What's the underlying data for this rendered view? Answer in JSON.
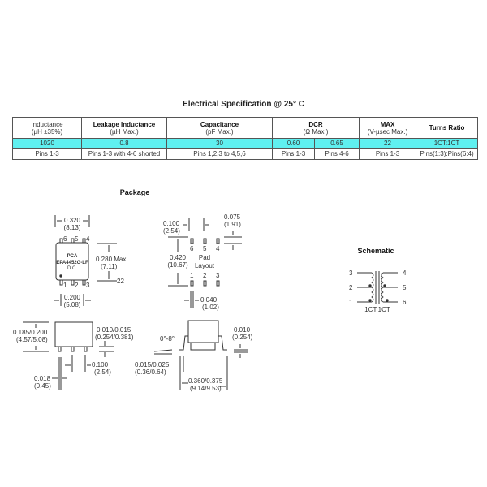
{
  "title": "Electrical Specification @ 25° C",
  "table": {
    "headers": [
      {
        "main": "Inductance",
        "sub": "(µH ±35%)"
      },
      {
        "main": "Leakage Inductance",
        "sub": "(µH Max.)"
      },
      {
        "main": "Capacitance",
        "sub": "(pF Max.)"
      },
      {
        "main": "DCR",
        "sub": "(Ω Max.)"
      },
      {
        "main": "MAX",
        "sub": "(V-µsec Max.)"
      },
      {
        "main": "Turns  Ratio",
        "sub": ""
      }
    ],
    "values": [
      "1020",
      "0.8",
      "30",
      "0.60",
      "0.65",
      "22",
      "1CT:1CT"
    ],
    "conditions": [
      "Pins 1-3",
      "Pins 1-3 with 4-6 shorted",
      "Pins 1,2,3 to 4,5,6",
      "Pins 1-3",
      "Pins 4-6",
      "Pins 1-3",
      "Pins(1:3):Pins(6:4)"
    ],
    "highlight_color": "#5ff0f0"
  },
  "package": {
    "title": "Package",
    "marking": [
      "PCA",
      "EPA4452G-LF",
      "D.C."
    ],
    "pins_top": [
      "6",
      "5",
      "4"
    ],
    "pins_bottom": [
      "1",
      "2",
      "3"
    ],
    "dims": {
      "width": [
        "0.320",
        "(8.13)"
      ],
      "height": [
        "0.280 Max",
        "(7.11)"
      ],
      "height_note": "22",
      "pitch": [
        "0.200",
        "(5.08)"
      ],
      "body_height": [
        "0.185/0.200",
        "(4.57/5.08)"
      ],
      "standoff": [
        "0.010/0.015",
        "(0.254/0.381)"
      ],
      "lead_pitch": [
        "0.100",
        "(2.54)"
      ],
      "lead_width": [
        "0.018",
        "(0.45)"
      ],
      "angle": "0°-8°",
      "foot": [
        "0.015/0.025",
        "(0.36/0.64)"
      ],
      "span": [
        "0.360/0.375",
        "(9.14/9.53)"
      ],
      "lead_thk": [
        "0.010",
        "(0.254)"
      ]
    }
  },
  "pad_layout": {
    "label": [
      "Pad",
      "Layout"
    ],
    "pins_top": [
      "6",
      "5",
      "4"
    ],
    "pins_bottom": [
      "1",
      "2",
      "3"
    ],
    "pitch": [
      "0.100",
      "(2.54)"
    ],
    "pad_len": [
      "0.075",
      "(1.91)"
    ],
    "row_span": [
      "0.420",
      "(10.67)"
    ],
    "pad_width": [
      "0.040",
      "(1.02)"
    ]
  },
  "schematic": {
    "title": "Schematic",
    "left_pins": [
      "3",
      "2",
      "1"
    ],
    "right_pins": [
      "4",
      "5",
      "6"
    ],
    "ratio": "1CT:1CT"
  }
}
